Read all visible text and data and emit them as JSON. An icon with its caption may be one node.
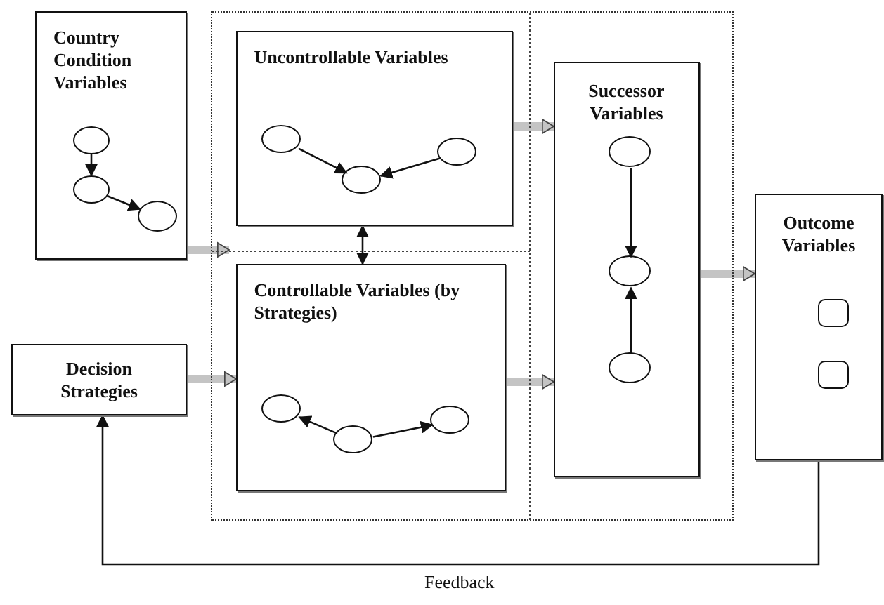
{
  "diagram": {
    "nodes": [
      {
        "text": [
          "Country Condition Variables"
        ]
      },
      {
        "text": [],
        "shape": "circle",
        "in": 0
      },
      {
        "text": [],
        "shape": "circle",
        "in": 0
      },
      {
        "text": [],
        "shape": "circle",
        "in": 0
      },
      {
        "text": [],
        "shape": "box"
      },
      {
        "text": [
          "Uncontrollable Variables"
        ],
        "in": 4
      },
      {
        "text": [],
        "shape": "circle",
        "in": 5
      },
      {
        "text": [],
        "shape": "circle",
        "in": 5
      },
      {
        "text": [],
        "shape": "circle",
        "in": 5
      },
      {
        "text": [
          "Controllable Variables (by Strategies)"
        ],
        "in": 4
      },
      {
        "text": [],
        "shape": "circle",
        "in": 9
      },
      {
        "text": [],
        "shape": "circle",
        "in": 9
      },
      {
        "text": [],
        "shape": "circle",
        "in": 9
      },
      {
        "text": [
          "Successor Variables"
        ],
        "in": 4
      },
      {
        "text": [],
        "shape": "circle",
        "in": 13
      },
      {
        "text": [],
        "shape": "circle",
        "in": 13
      },
      {
        "text": [],
        "shape": "circle",
        "in": 13
      },
      {
        "text": [
          "Outcome Variables"
        ]
      },
      {
        "text": [],
        "shape": "box",
        "in": 17
      },
      {
        "text": [],
        "shape": "box",
        "in": 17
      },
      {
        "text": [
          "Decision Strategies"
        ]
      }
    ],
    "edges": [
      {
        "from": 1,
        "to": 2,
        "arrow": "to"
      },
      {
        "from": 2,
        "to": 3,
        "arrow": "to"
      },
      {
        "from": 6,
        "to": 7,
        "arrow": "to"
      },
      {
        "from": 8,
        "to": 7,
        "arrow": "to"
      },
      {
        "from": 11,
        "to": 10,
        "arrow": "to"
      },
      {
        "from": 11,
        "to": 12,
        "arrow": "to"
      },
      {
        "from": 14,
        "to": 15,
        "arrow": "to"
      },
      {
        "from": 16,
        "to": 15,
        "arrow": "to"
      },
      {
        "from": 5,
        "to": 9,
        "arrow": "both"
      },
      {
        "from": 0,
        "to": 4,
        "arrow": "to",
        "style": "thick",
        "color": "#c4c4c4"
      },
      {
        "from": 20,
        "to": 9,
        "arrow": "to",
        "style": "thick",
        "color": "#c4c4c4"
      },
      {
        "from": 5,
        "to": 13,
        "arrow": "to",
        "style": "thick",
        "color": "#c4c4c4"
      },
      {
        "from": 9,
        "to": 13,
        "arrow": "to",
        "style": "thick",
        "color": "#c4c4c4"
      },
      {
        "from": 13,
        "to": 17,
        "arrow": "to",
        "style": "thick",
        "color": "#c4c4c4"
      },
      {
        "from": 17,
        "to": 20,
        "arrow": "to",
        "label": "Feedback"
      }
    ]
  }
}
